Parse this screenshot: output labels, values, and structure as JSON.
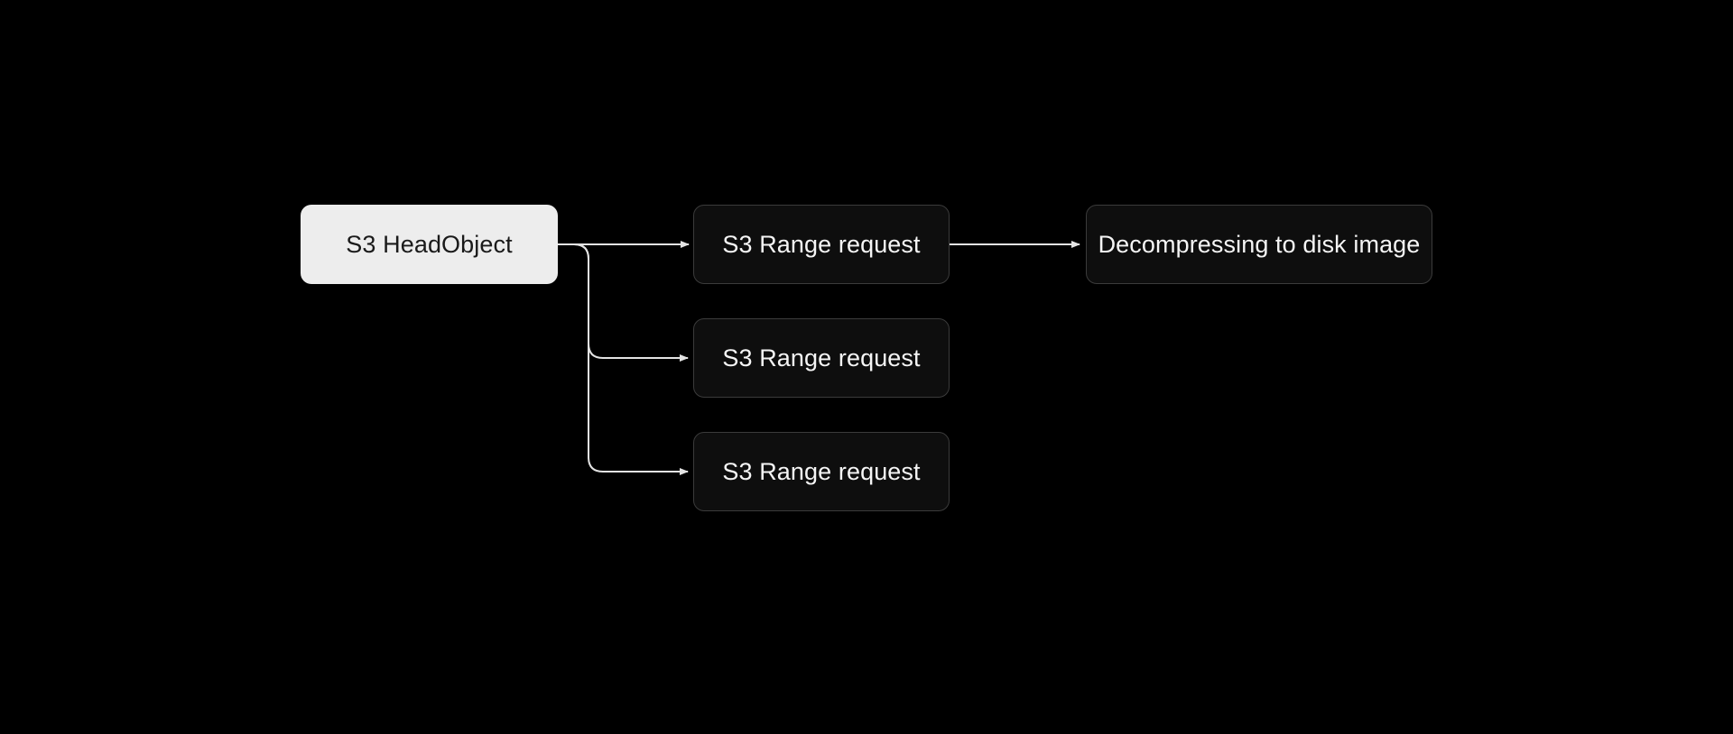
{
  "diagram": {
    "nodes": [
      {
        "id": "s3-head-object",
        "label": "S3 HeadObject",
        "variant": "light"
      },
      {
        "id": "s3-range-request-1",
        "label": "S3 Range request",
        "variant": "dark"
      },
      {
        "id": "s3-range-request-2",
        "label": "S3 Range request",
        "variant": "dark"
      },
      {
        "id": "s3-range-request-3",
        "label": "S3 Range request",
        "variant": "dark"
      },
      {
        "id": "decompressing-to-disk-image",
        "label": "Decompressing to disk image",
        "variant": "dark"
      }
    ],
    "edges": [
      {
        "from": "s3-head-object",
        "to": "s3-range-request-1",
        "arrow": "right-arrowhead"
      },
      {
        "from": "s3-head-object",
        "to": "s3-range-request-2",
        "arrow": "right-arrowhead"
      },
      {
        "from": "s3-head-object",
        "to": "s3-range-request-3",
        "arrow": "right-arrowhead"
      },
      {
        "from": "s3-range-request-1",
        "to": "decompressing-to-disk-image",
        "arrow": "right-arrowhead"
      }
    ]
  },
  "colors": {
    "canvas-bg": "#000000",
    "edge-color": "#e3e3e3",
    "node-dark-fill": "#0e0e0e",
    "node-border": "#3b3b3b",
    "node-dark-text": "#f5f5f5",
    "node-light-fill": "#ededed",
    "node-light-text": "#1a1a1a"
  }
}
